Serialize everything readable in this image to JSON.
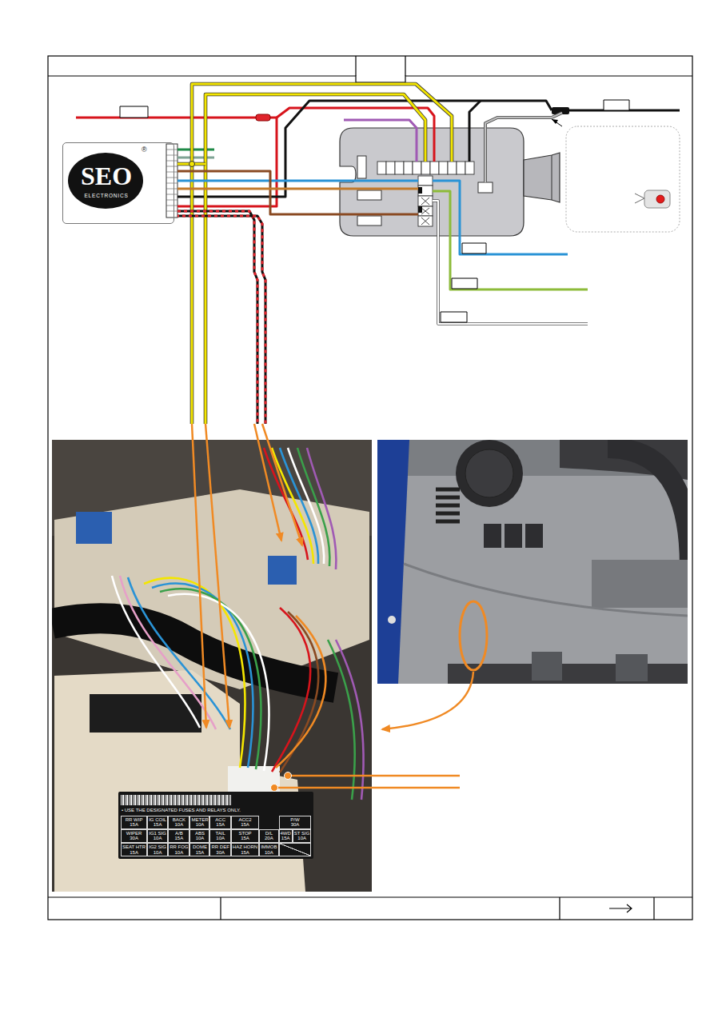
{
  "diagram": {
    "nodes": [
      {
        "text": [
          "SEO",
          "ELECTRONICS",
          "®"
        ]
      },
      {
        "text": [
          "• USE THE DESIGNATED FUSES AND RELAYS ONLY."
        ]
      },
      {
        "text": [
          "RR WIP",
          "15A"
        ],
        "in": 1
      },
      {
        "text": [
          "IG COIL",
          "15A"
        ],
        "in": 1
      },
      {
        "text": [
          "BACK",
          "10A"
        ],
        "in": 1
      },
      {
        "text": [
          "METER",
          "10A"
        ],
        "in": 1
      },
      {
        "text": [
          "ACC",
          "15A"
        ],
        "in": 1
      },
      {
        "text": [
          "ACC2",
          "15A"
        ],
        "in": 1
      },
      {
        "text": [
          "P/W",
          "30A"
        ],
        "in": 1
      },
      {
        "text": [
          "WIPER",
          "30A"
        ],
        "in": 1
      },
      {
        "text": [
          "IG1 SIG",
          "10A"
        ],
        "in": 1
      },
      {
        "text": [
          "A/B",
          "15A"
        ],
        "in": 1
      },
      {
        "text": [
          "ABS",
          "10A"
        ],
        "in": 1
      },
      {
        "text": [
          "TAIL",
          "10A"
        ],
        "in": 1
      },
      {
        "text": [
          "STOP",
          "15A"
        ],
        "in": 1
      },
      {
        "text": [
          "D/L",
          "20A"
        ],
        "in": 1
      },
      {
        "text": [
          "4WD",
          "15A"
        ],
        "in": 1
      },
      {
        "text": [
          "ST SIG",
          "10A"
        ],
        "in": 1
      },
      {
        "text": [
          "SEAT HTR",
          "15A"
        ],
        "in": 1
      },
      {
        "text": [
          "IG2 SIG",
          "10A"
        ],
        "in": 1
      },
      {
        "text": [
          "RR FOG",
          "10A"
        ],
        "in": 1
      },
      {
        "text": [
          "DOME",
          "15A"
        ],
        "in": 1
      },
      {
        "text": [
          "RR DEF",
          "30A"
        ],
        "in": 1
      },
      {
        "text": [
          "HAZ HORN",
          "15A"
        ],
        "in": 1
      },
      {
        "text": [
          "IMMOB",
          "10A"
        ],
        "in": 1
      }
    ]
  }
}
